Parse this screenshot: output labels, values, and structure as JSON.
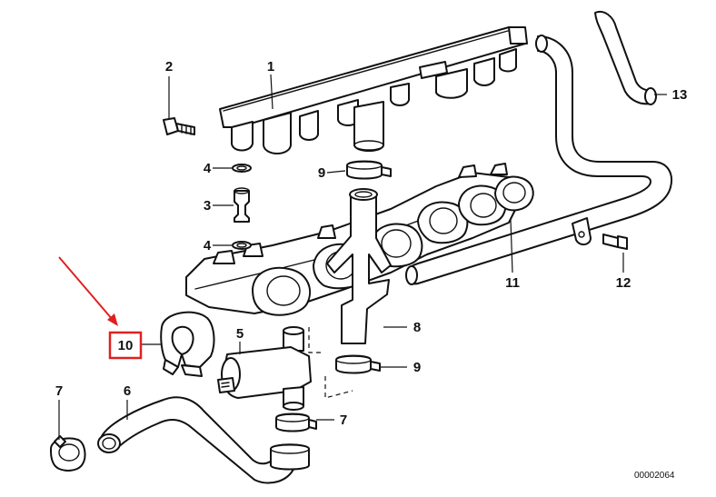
{
  "parts": [
    {
      "id": "fuel-rail",
      "number": "1"
    },
    {
      "id": "hex-bolt",
      "number": "2"
    },
    {
      "id": "connector-fitting",
      "number": "3"
    },
    {
      "id": "o-ring-upper",
      "number": "4"
    },
    {
      "id": "o-ring-lower",
      "number": "4"
    },
    {
      "id": "idle-control-valve",
      "number": "5"
    },
    {
      "id": "bent-hose",
      "number": "6"
    },
    {
      "id": "hose-clamp-left",
      "number": "7"
    },
    {
      "id": "hose-clamp-right",
      "number": "7"
    },
    {
      "id": "y-pipe",
      "number": "8"
    },
    {
      "id": "hose-clamp-upper",
      "number": "9"
    },
    {
      "id": "hose-clamp-lower",
      "number": "9"
    },
    {
      "id": "rubber-mount",
      "number": "10"
    },
    {
      "id": "vent-hose",
      "number": "11"
    },
    {
      "id": "fillister-screw",
      "number": "12"
    },
    {
      "id": "hose-end",
      "number": "13"
    }
  ],
  "highlight": {
    "part_number": "10",
    "color": "#e02020"
  },
  "reference_number": "00002064"
}
